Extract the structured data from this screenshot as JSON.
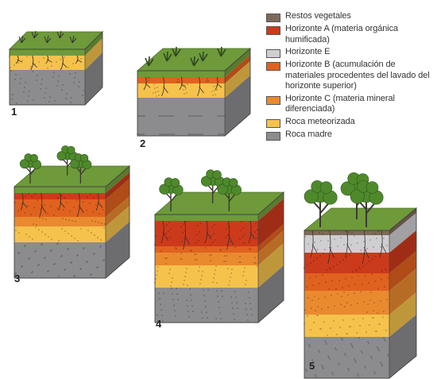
{
  "colors": {
    "restos": "#7d6a5a",
    "horizonteA": "#cc3a1c",
    "horizonteE": "#cfcfd2",
    "horizonteB": "#e0621f",
    "horizonteC": "#ea8a2f",
    "rocaMeteorizada": "#f5c24c",
    "rocaMadre": "#8c8c8e",
    "grass": "#6e9a3a",
    "tree": "#4e8a2c",
    "trunk": "#3a3a32"
  },
  "legend": [
    {
      "key": "restos",
      "label": "Restos vegetales"
    },
    {
      "key": "horizonteA",
      "label": "Horizonte A (materia orgánica humificada)"
    },
    {
      "key": "horizonteE",
      "label": "Horizonte E"
    },
    {
      "key": "horizonteB",
      "label": "Horizonte B (acumulación de materiales procedentes del lavado del horizonte superior)"
    },
    {
      "key": "horizonteC",
      "label": "Horizonte C (materia mineral diferenciada)"
    },
    {
      "key": "rocaMeteorizada",
      "label": "Roca meteorizada"
    },
    {
      "key": "rocaMadre",
      "label": "Roca madre"
    }
  ],
  "stages": [
    {
      "number": "1",
      "layers": [
        "rocaMeteorizada",
        "rocaMadre"
      ]
    },
    {
      "number": "2",
      "layers": [
        "horizonteB",
        "rocaMeteorizada",
        "rocaMadre"
      ]
    },
    {
      "number": "3",
      "layers": [
        "horizonteA",
        "horizonteB",
        "horizonteC",
        "rocaMeteorizada",
        "rocaMadre"
      ]
    },
    {
      "number": "4",
      "layers": [
        "horizonteA",
        "horizonteB",
        "horizonteC",
        "rocaMeteorizada",
        "rocaMadre"
      ]
    },
    {
      "number": "5",
      "layers": [
        "restos",
        "horizonteE",
        "horizonteA",
        "horizonteB",
        "horizonteC",
        "rocaMeteorizada",
        "rocaMadre"
      ]
    }
  ]
}
